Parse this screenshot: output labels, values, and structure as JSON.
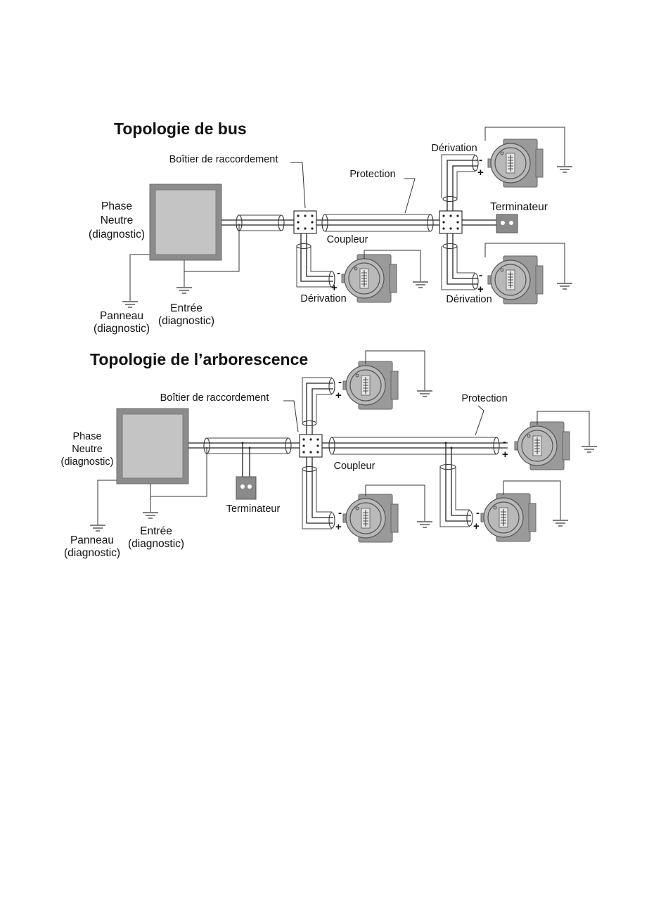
{
  "bus": {
    "title": "Topologie de bus",
    "junction_box_label": "Boîtier de raccordement",
    "shield_label": "Protection",
    "drop_label_top": "Dérivation",
    "drop_label_mid": "Dérivation",
    "drop_label_right": "Dérivation",
    "terminator_label": "Terminateur",
    "coupler_label": "Coupleur",
    "supply_line1": "Phase",
    "supply_line2": "Neutre",
    "supply_line3": "(diagnostic)",
    "panel_line1": "Panneau",
    "panel_line2": "(diagnostic)",
    "input_line1": "Entrée",
    "input_line2": "(diagnostic)"
  },
  "tree": {
    "title": "Topologie de l’arborescence",
    "junction_box_label": "Boîtier de raccordement",
    "shield_label": "Protection",
    "coupler_label": "Coupleur",
    "terminator_label": "Terminateur",
    "supply_line1": "Phase",
    "supply_line2": "Neutre",
    "supply_line3": "(diagnostic)",
    "panel_line1": "Panneau",
    "panel_line2": "(diagnostic)",
    "input_line1": "Entrée",
    "input_line2": "(diagnostic)"
  },
  "device": {
    "minus_sign": "-",
    "plus_sign": "+",
    "face_marks": "-|||||||-"
  },
  "icons": {
    "ground": "ground-symbol-icon",
    "transmitter": "field-transmitter-icon",
    "terminator": "terminator-icon",
    "junction_box": "junction-box-icon",
    "power_supply": "power-supply-icon"
  }
}
